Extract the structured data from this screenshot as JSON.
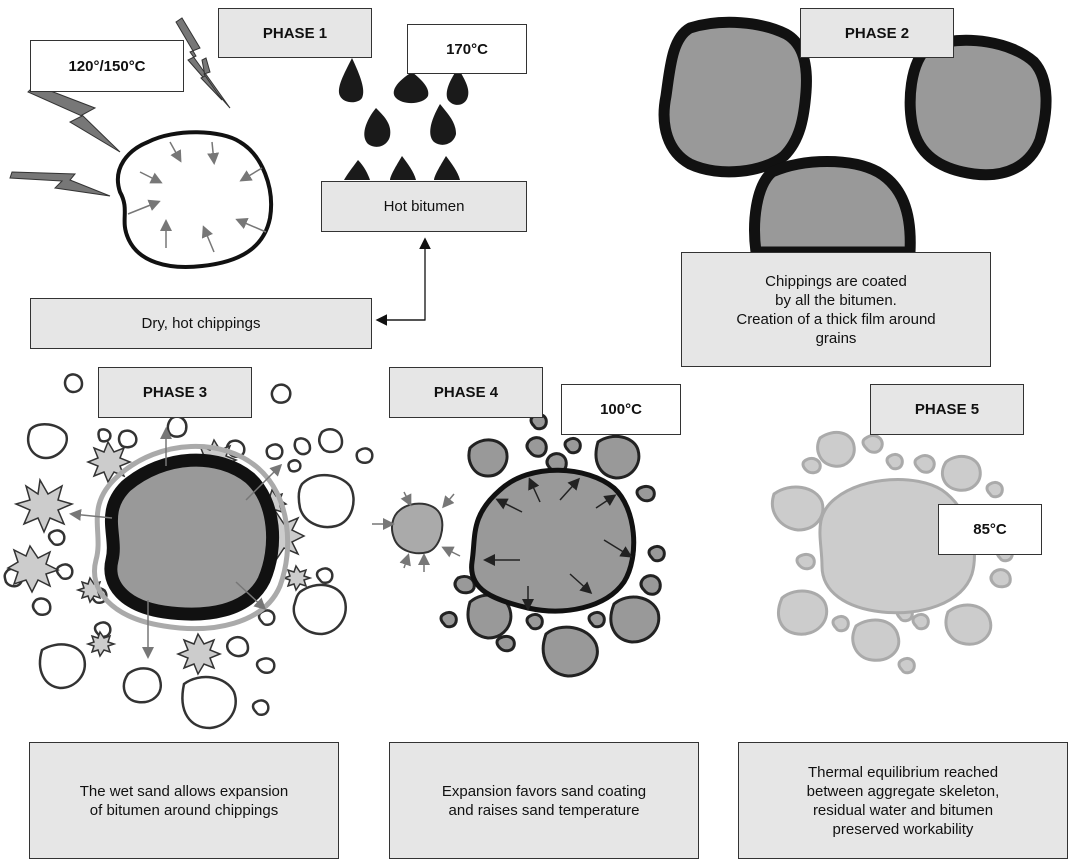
{
  "phase1": {
    "title": "PHASE 1",
    "temp_chippings": "120°/150°C",
    "temp_bitumen": "170°C",
    "bitumen_label": "Hot bitumen",
    "chippings_label": "Dry, hot chippings"
  },
  "phase2": {
    "title": "PHASE 2",
    "description": "Chippings are coated\nby all the bitumen.\nCreation of a thick film around\ngrains"
  },
  "phase3": {
    "title": "PHASE 3",
    "description": "The wet sand allows expansion\nof bitumen around chippings"
  },
  "phase4": {
    "title": "PHASE 4",
    "temp": "100°C",
    "description": "Expansion favors sand coating\nand raises sand temperature"
  },
  "phase5": {
    "title": "PHASE 5",
    "temp": "85°C",
    "description": "Thermal equilibrium reached\nbetween aggregate skeleton,\nresidual water and bitumen\npreserved workability"
  },
  "colors": {
    "bitumen": "#1a1a1a",
    "coated_grain": "#9a9a9a",
    "arrow": "#777777",
    "equilibrium_grain": "#cccccc",
    "box_fill": "#e6e6e6"
  }
}
